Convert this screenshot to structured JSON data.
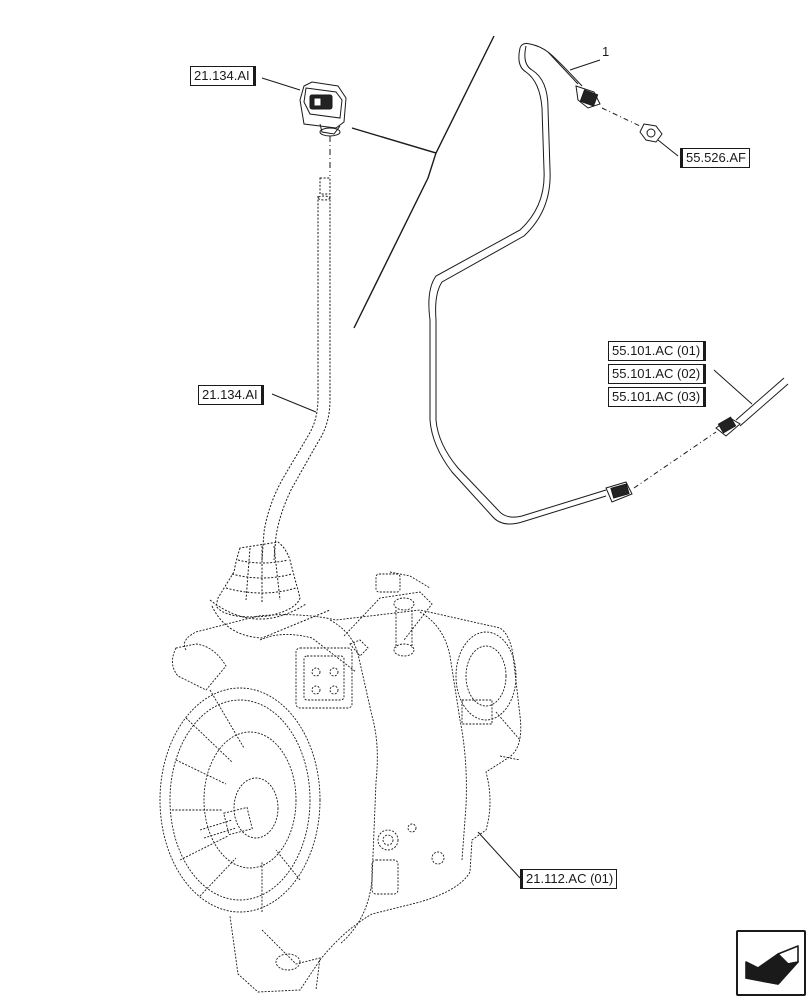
{
  "callouts": {
    "top_switch_ref": "21.134.AI",
    "lever_ref": "21.134.AI",
    "sensor_ref": "55.526.AF",
    "harness_ref_1": "55.101.AC (01)",
    "harness_ref_2": "55.101.AC (02)",
    "harness_ref_3": "55.101.AC (03)",
    "transmission_ref": "21.112.AC (01)"
  },
  "item_numbers": {
    "harness_item": "1"
  },
  "icons": {
    "navigation": "arrow-back-icon"
  },
  "colors": {
    "line": "#1a1a1a",
    "background": "#ffffff"
  }
}
